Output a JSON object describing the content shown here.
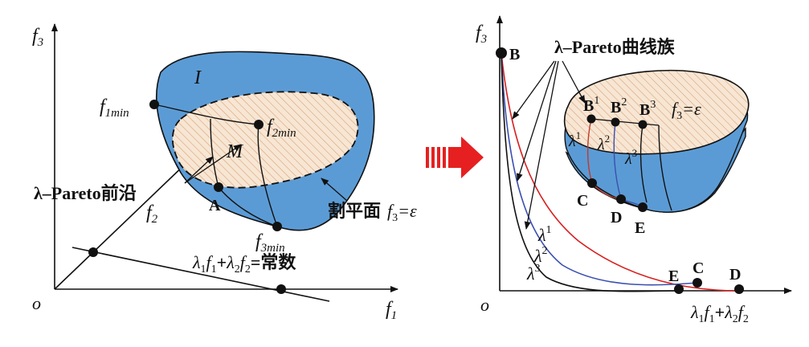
{
  "colors": {
    "surface_blue": "#5b9bd5",
    "surface_blue_dark": "#2f6aa8",
    "hatch_fill": "#f7e6d3",
    "hatch_line": "#d9a27a",
    "arrow_red": "#e62020",
    "curve_red": "#d81e1e",
    "curve_blue": "#3a4fb0",
    "curve_black": "#111111"
  },
  "left_panel": {
    "axis_f3": "f",
    "axis_f3_sub": "3",
    "axis_f1": "f",
    "axis_f1_sub": "1",
    "axis_f2": "f",
    "axis_f2_sub": "2",
    "origin": "o",
    "region_I": "I",
    "region_M": "M",
    "f1min_base": "f",
    "f1min_sub": "1min",
    "f2min_base": "f",
    "f2min_sub": "2min",
    "f3min_base": "f",
    "f3min_sub": "3min",
    "point_A": "A",
    "pareto_front_label": "λ–Pareto前沿",
    "cut_plane_label": "割平面",
    "cut_plane_eq": "f",
    "cut_plane_eq_sub": "3",
    "cut_plane_eq_rest": "=ε",
    "linear_eq": {
      "l1": "λ",
      "l1_sub": "1",
      "f1": "f",
      "f1_sub": "1",
      "plus": "+",
      "l2": "λ",
      "l2_sub": "2",
      "f2": "f",
      "f2_sub": "2",
      "eq": "=常数"
    }
  },
  "right_panel": {
    "axis_f3": "f",
    "axis_f3_sub": "3",
    "origin": "o",
    "x_label": {
      "l1": "λ",
      "l1_sub": "1",
      "f1": "f",
      "f1_sub": "1",
      "plus": "+",
      "l2": "λ",
      "l2_sub": "2",
      "f2": "f",
      "f2_sub": "2"
    },
    "curve_family_label": "λ–Pareto曲线族",
    "point_B": "B",
    "point_B1": "B",
    "point_B1_sup": "1",
    "point_B2": "B",
    "point_B2_sup": "2",
    "point_B3": "B",
    "point_B3_sup": "3",
    "plane_eq": "f",
    "plane_eq_sub": "3",
    "plane_eq_rest": "=ε",
    "lambda1": "λ",
    "lambda1_sup": "1",
    "lambda2": "λ",
    "lambda2_sup": "2",
    "lambda3": "λ",
    "lambda3_sup": "3",
    "point_C": "C",
    "point_D": "D",
    "point_E": "E",
    "curve_lambda1": "λ",
    "curve_lambda1_sup": "1",
    "curve_lambda2": "λ",
    "curve_lambda2_sup": "2",
    "curve_lambda3": "λ",
    "curve_lambda3_sup": "3",
    "end_E": "E",
    "end_C": "C",
    "end_D": "D"
  }
}
